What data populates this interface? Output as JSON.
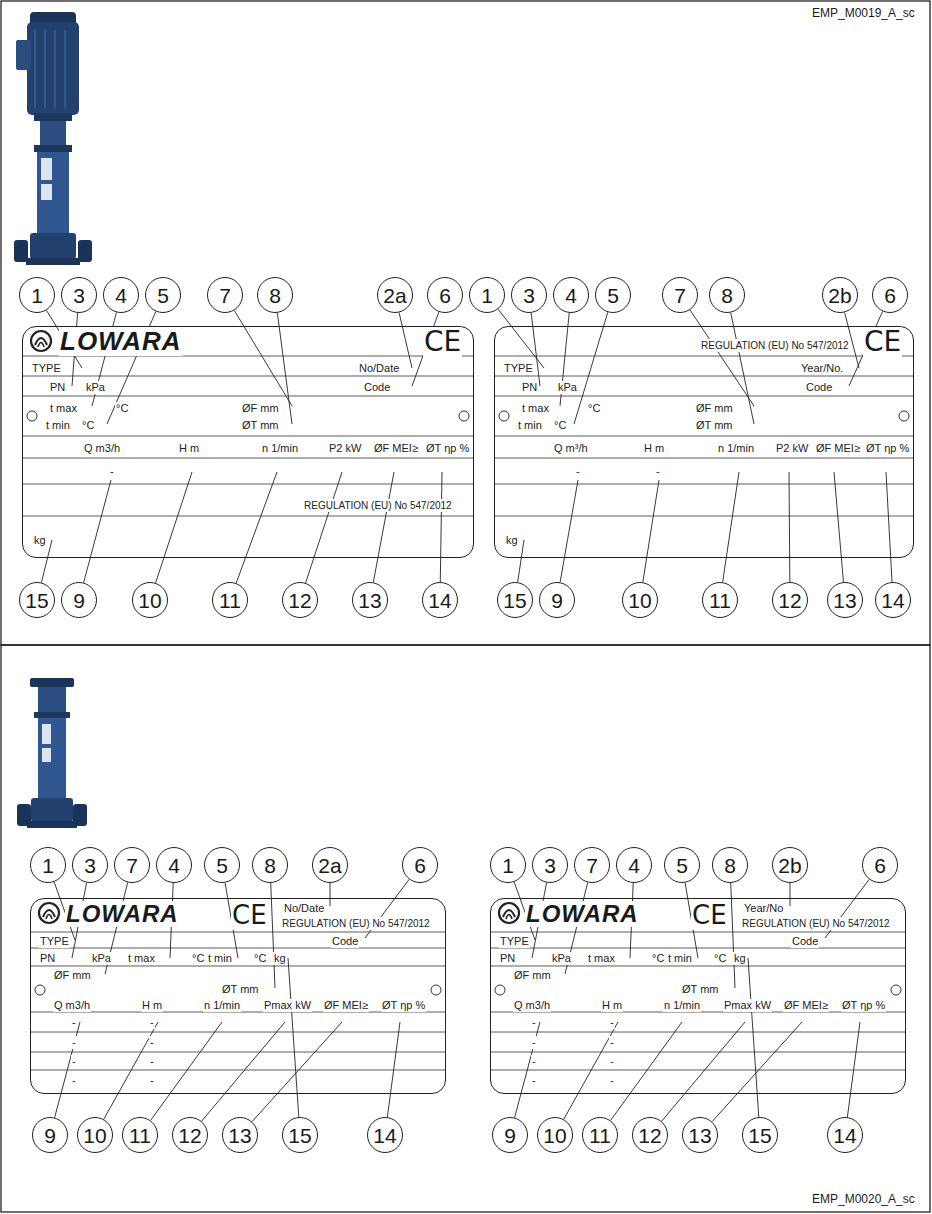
{
  "diagram": {
    "nodes": [
      {
        "text": [
          "1"
        ]
      },
      {
        "text": [
          "3"
        ]
      },
      {
        "text": [
          "4"
        ]
      },
      {
        "text": [
          "5"
        ]
      },
      {
        "text": [
          "7"
        ]
      },
      {
        "text": [
          "8"
        ]
      },
      {
        "text": [
          "2a"
        ]
      },
      {
        "text": [
          "6"
        ]
      },
      {
        "text": [
          "1"
        ]
      },
      {
        "text": [
          "3"
        ]
      },
      {
        "text": [
          "4"
        ]
      },
      {
        "text": [
          "5"
        ]
      },
      {
        "text": [
          "7"
        ]
      },
      {
        "text": [
          "8"
        ]
      },
      {
        "text": [
          "2b"
        ]
      },
      {
        "text": [
          "6"
        ]
      },
      {
        "text": [
          "LOWARA",
          "CE",
          "TYPE",
          "No/Date",
          "PN",
          "kPa",
          "Code",
          "t max",
          "°C",
          "ØF mm",
          "t min",
          "°C",
          "ØT mm",
          "Q m3/h",
          "H m",
          "n 1/min",
          "P2 kW",
          "ØF MEI≥",
          "ØT ηp %",
          "-",
          "REGULATION (EU) No 547/2012",
          "kg"
        ]
      },
      {
        "text": [
          "REGULATION (EU) No 547/2012",
          "CE",
          "TYPE",
          "Year/No.",
          "PN",
          "kPa",
          "Code",
          "t max",
          "°C",
          "ØF mm",
          "t min",
          "°C",
          "ØT mm",
          "Q m³/h",
          "H m",
          "n 1/min",
          "P2 kW",
          "ØF MEI≥",
          "ØT ηp %",
          "-",
          "-",
          "kg"
        ]
      },
      {
        "text": [
          "15"
        ]
      },
      {
        "text": [
          "9"
        ]
      },
      {
        "text": [
          "10"
        ]
      },
      {
        "text": [
          "11"
        ]
      },
      {
        "text": [
          "12"
        ]
      },
      {
        "text": [
          "13"
        ]
      },
      {
        "text": [
          "14"
        ]
      },
      {
        "text": [
          "15"
        ]
      },
      {
        "text": [
          "9"
        ]
      },
      {
        "text": [
          "10"
        ]
      },
      {
        "text": [
          "11"
        ]
      },
      {
        "text": [
          "12"
        ]
      },
      {
        "text": [
          "13"
        ]
      },
      {
        "text": [
          "14"
        ]
      },
      {
        "text": [
          "1"
        ]
      },
      {
        "text": [
          "3"
        ]
      },
      {
        "text": [
          "7"
        ]
      },
      {
        "text": [
          "4"
        ]
      },
      {
        "text": [
          "5"
        ]
      },
      {
        "text": [
          "8"
        ]
      },
      {
        "text": [
          "2a"
        ]
      },
      {
        "text": [
          "6"
        ]
      },
      {
        "text": [
          "1"
        ]
      },
      {
        "text": [
          "3"
        ]
      },
      {
        "text": [
          "7"
        ]
      },
      {
        "text": [
          "4"
        ]
      },
      {
        "text": [
          "5"
        ]
      },
      {
        "text": [
          "8"
        ]
      },
      {
        "text": [
          "2b"
        ]
      },
      {
        "text": [
          "6"
        ]
      },
      {
        "text": [
          "LOWARA",
          "CE",
          "No/Date",
          "REGULATION (EU) No 547/2012",
          "TYPE",
          "Code",
          "PN",
          "kPa",
          "t max",
          "°C",
          "t min",
          "°C",
          "kg",
          "ØF mm",
          "ØT mm",
          "Q m3/h",
          "H m",
          "n 1/min",
          "Pmax kW",
          "ØF MEI≥",
          "ØT ηp %",
          "-",
          "-",
          "-",
          "-",
          "-",
          "-",
          "-",
          "-"
        ]
      },
      {
        "text": [
          "LOWARA",
          "CE",
          "Year/No",
          "REGULATION (EU) No 547/2012",
          "TYPE",
          "Code",
          "PN",
          "kPa",
          "t max",
          "°C",
          "t min",
          "°C",
          "kg",
          "ØF mm",
          "ØT mm",
          "Q m3/h",
          "H m",
          "n 1/min",
          "Pmax kW",
          "ØF MEI≥",
          "ØT ηp %",
          "-",
          "-",
          "-",
          "-",
          "-",
          "-",
          "-",
          "-"
        ]
      },
      {
        "text": [
          "9"
        ]
      },
      {
        "text": [
          "10"
        ]
      },
      {
        "text": [
          "11"
        ]
      },
      {
        "text": [
          "12"
        ]
      },
      {
        "text": [
          "13"
        ]
      },
      {
        "text": [
          "15"
        ]
      },
      {
        "text": [
          "14"
        ]
      },
      {
        "text": [
          "9"
        ]
      },
      {
        "text": [
          "10"
        ]
      },
      {
        "text": [
          "11"
        ]
      },
      {
        "text": [
          "12"
        ]
      },
      {
        "text": [
          "13"
        ]
      },
      {
        "text": [
          "15"
        ]
      },
      {
        "text": [
          "14"
        ]
      }
    ],
    "labels": [
      "EMP_M0019_A_sc",
      "EMP_M0020_A_sc"
    ]
  }
}
